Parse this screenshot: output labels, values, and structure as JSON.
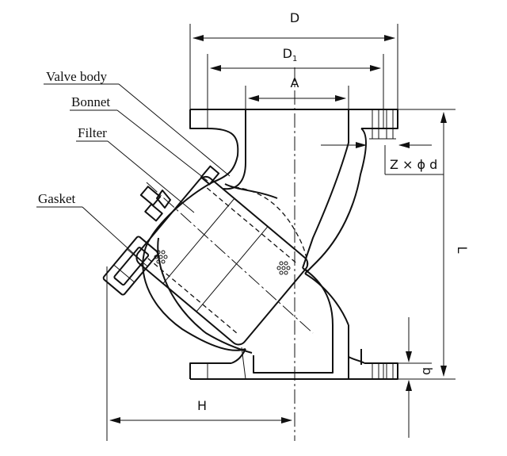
{
  "labels": {
    "valve_body": "Valve body",
    "bonnet": "Bonnet",
    "filter": "Filter",
    "gasket": "Gasket"
  },
  "dimensions": {
    "D": "D",
    "D1_main": "D",
    "D1_sub": "1",
    "A": "A",
    "Z": "Z × ϕ d",
    "L": "L",
    "b": "b",
    "H": "H"
  }
}
